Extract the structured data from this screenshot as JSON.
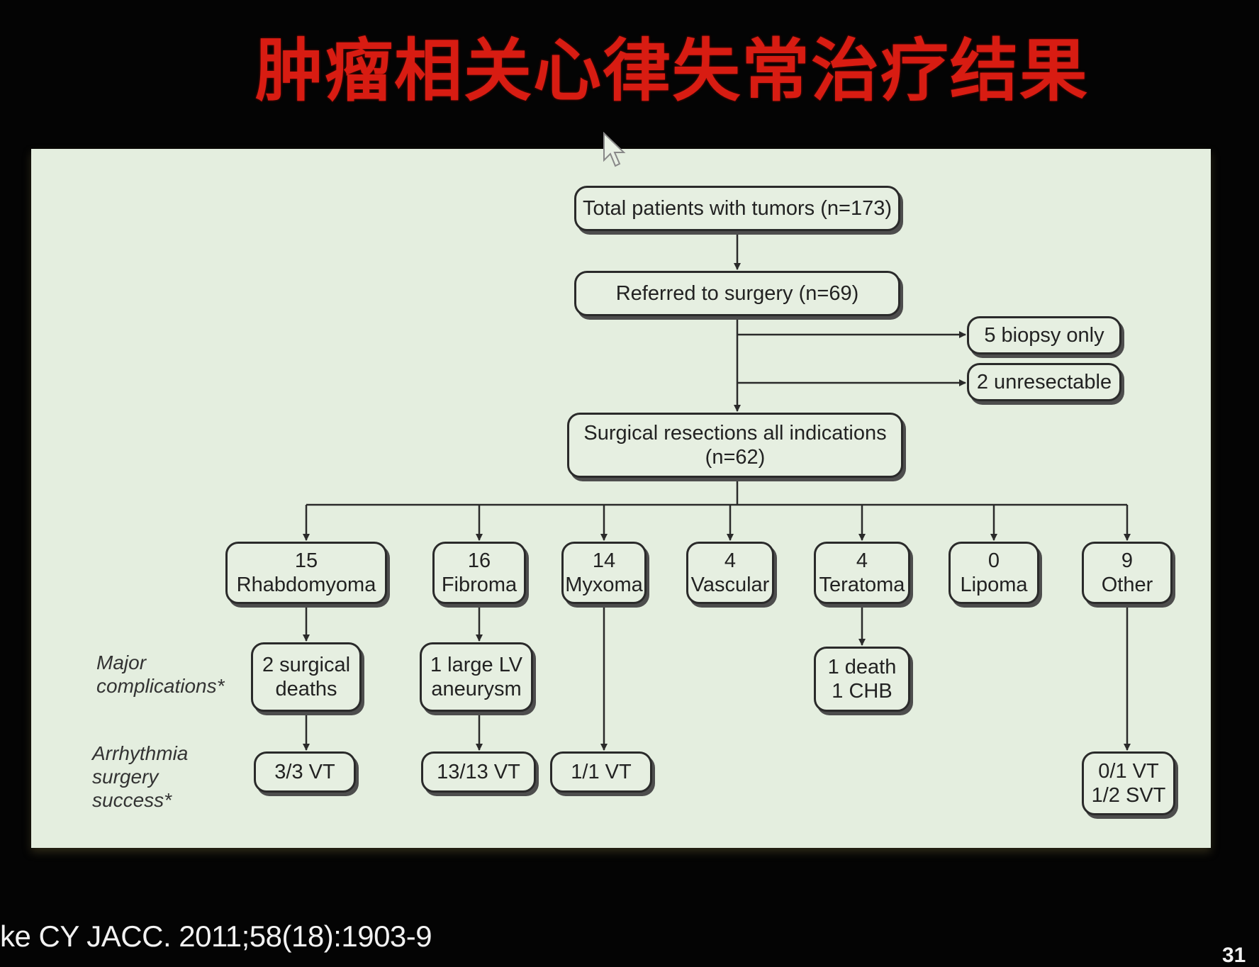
{
  "title": "肿瘤相关心律失常治疗结果",
  "citation": "ke CY  JACC. 2011;58(18):1903-9",
  "page_number": "31",
  "flowchart": {
    "total": "Total patients with tumors (n=173)",
    "referred": "Referred to surgery (n=69)",
    "biopsy": "5 biopsy only",
    "unresectable": "2 unresectable",
    "resections": {
      "line1": "Surgical resections all indications",
      "line2": "(n=62)"
    },
    "tumors": [
      {
        "count": "15",
        "name": "Rhabdomyoma"
      },
      {
        "count": "16",
        "name": "Fibroma"
      },
      {
        "count": "14",
        "name": "Myxoma"
      },
      {
        "count": "4",
        "name": "Vascular"
      },
      {
        "count": "4",
        "name": "Teratoma"
      },
      {
        "count": "0",
        "name": "Lipoma"
      },
      {
        "count": "9",
        "name": "Other"
      }
    ],
    "complications": [
      {
        "line1": "2 surgical",
        "line2": "deaths"
      },
      {
        "line1": "1 large LV",
        "line2": "aneurysm"
      },
      {
        "line1": "1 death",
        "line2": "1 CHB"
      }
    ],
    "success": [
      {
        "line1": "3/3 VT"
      },
      {
        "line1": "13/13 VT"
      },
      {
        "line1": "1/1 VT"
      },
      {
        "line1": "0/1 VT",
        "line2": "1/2 SVT"
      }
    ],
    "row_labels": {
      "complications": [
        "Major",
        "complications*"
      ],
      "success": [
        "Arrhythmia",
        "surgery",
        "success*"
      ]
    }
  }
}
